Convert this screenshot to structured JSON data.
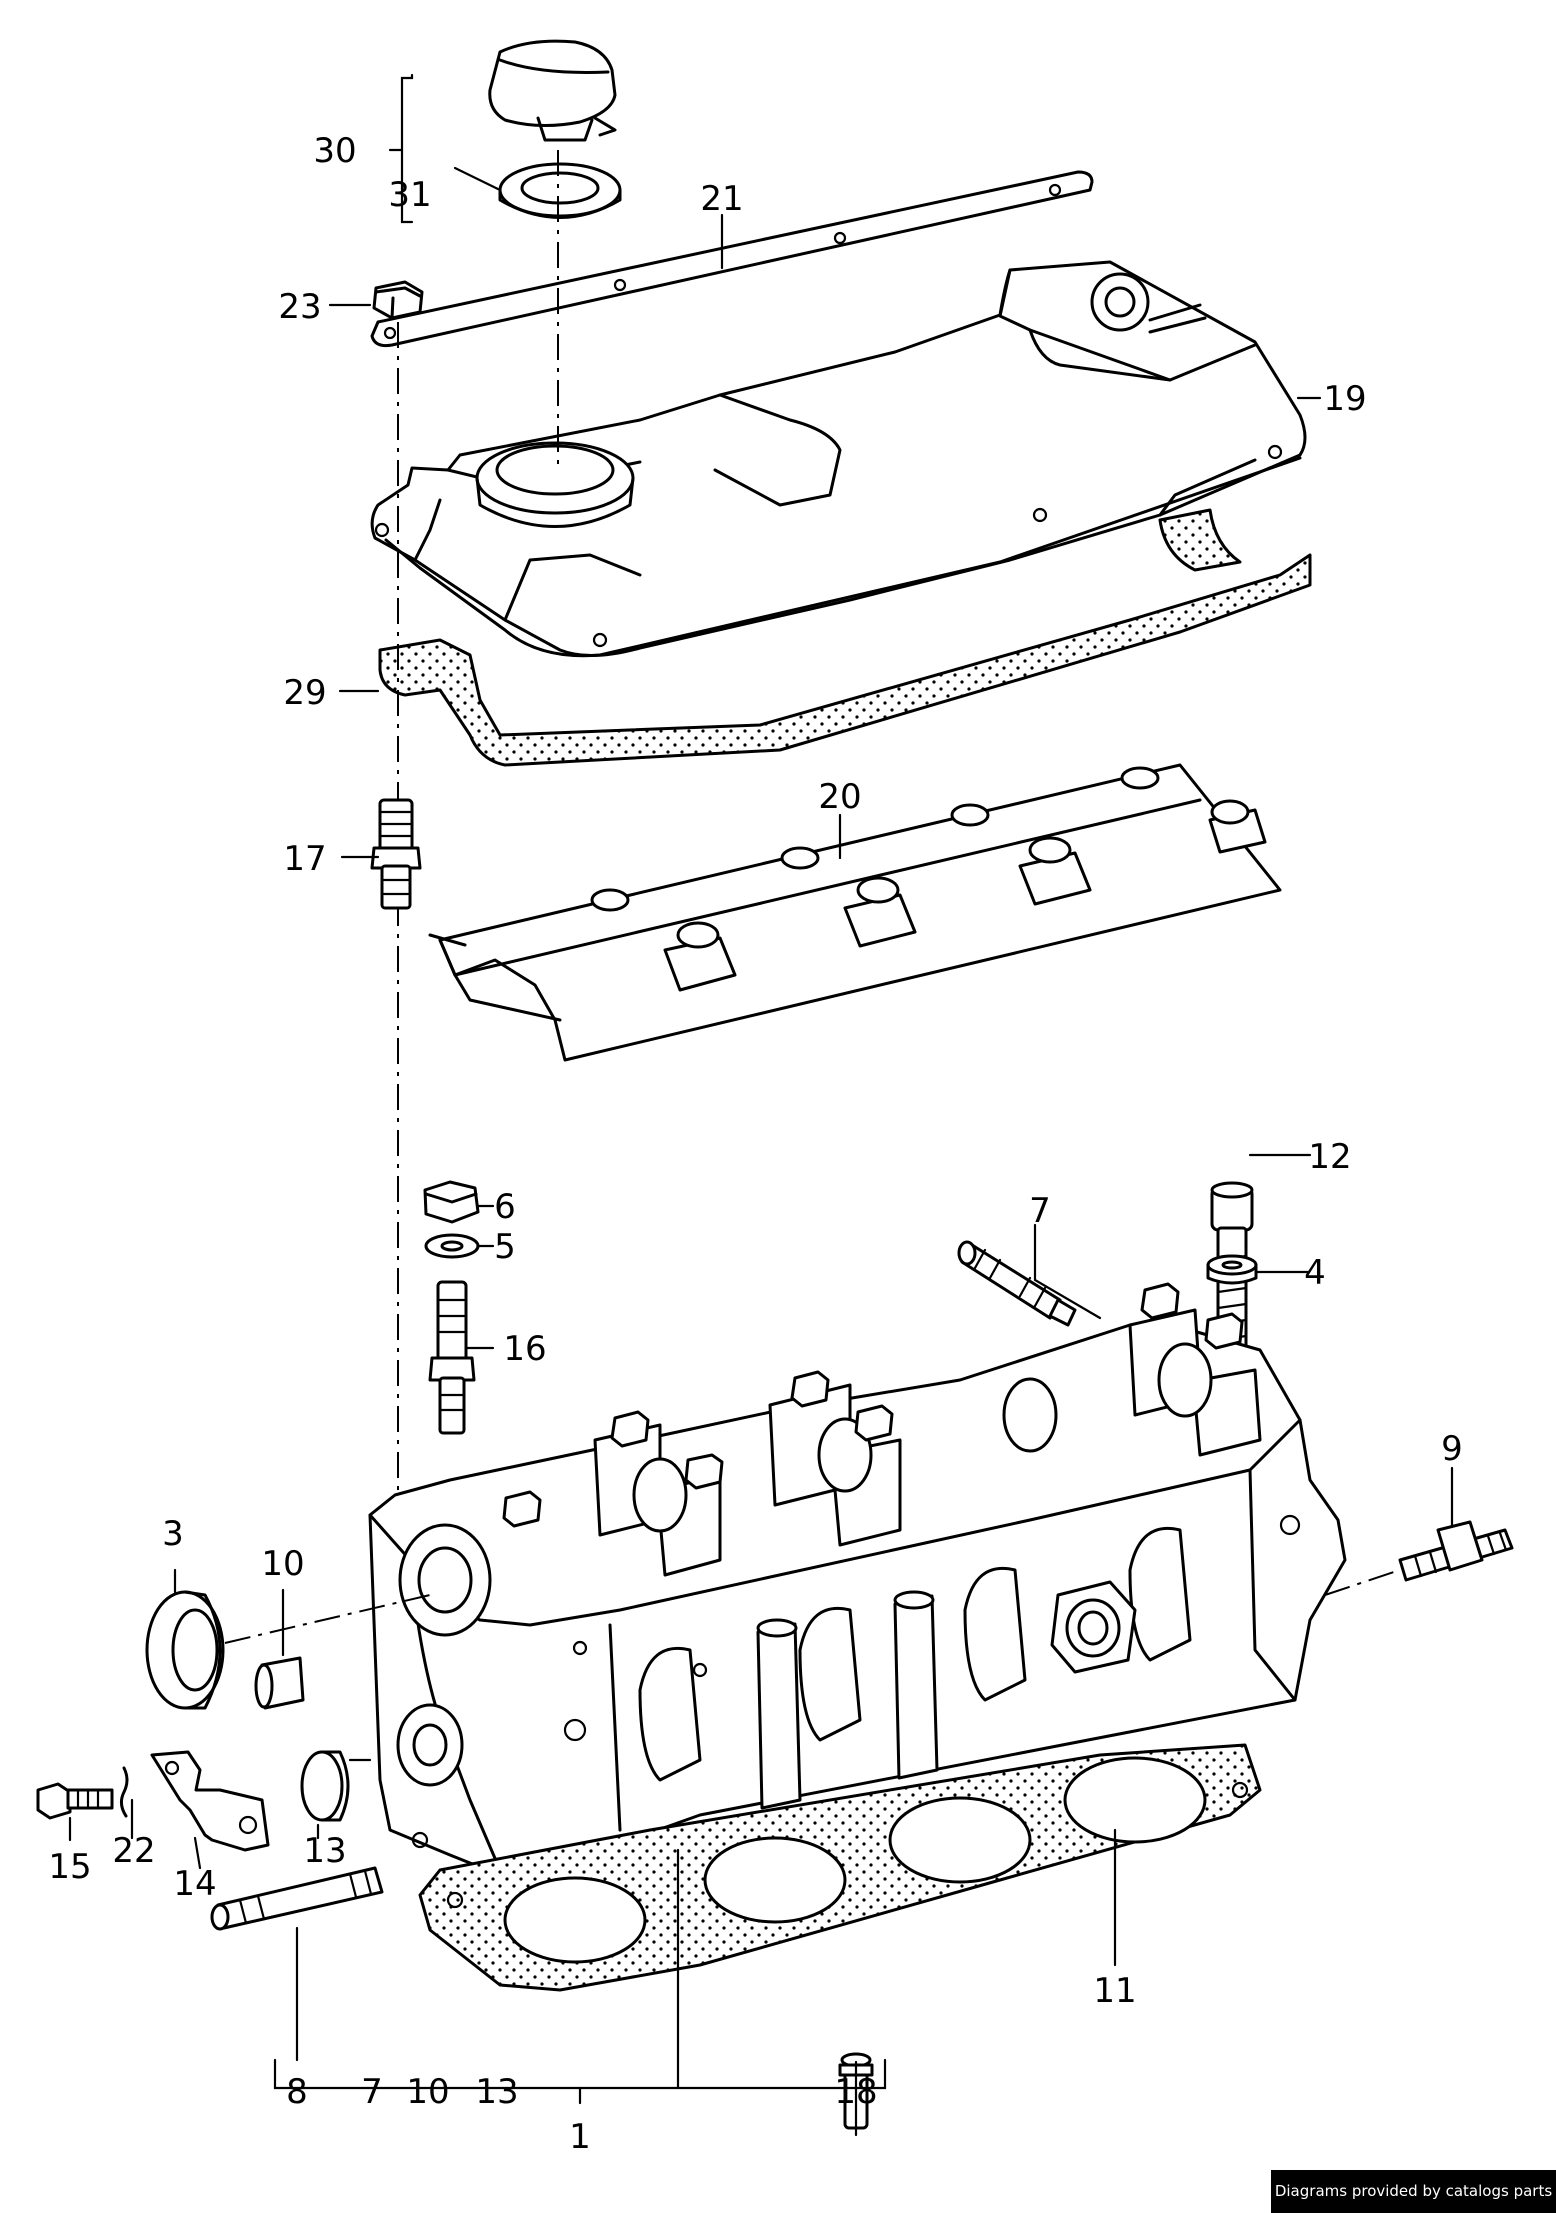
{
  "callouts": [
    {
      "id": "1",
      "label": "1"
    },
    {
      "id": "3",
      "label": "3"
    },
    {
      "id": "4",
      "label": "4"
    },
    {
      "id": "5",
      "label": "5"
    },
    {
      "id": "6",
      "label": "6"
    },
    {
      "id": "7-top",
      "label": "7"
    },
    {
      "id": "7-bottom",
      "label": "7"
    },
    {
      "id": "8",
      "label": "8"
    },
    {
      "id": "9",
      "label": "9"
    },
    {
      "id": "10-mid",
      "label": "10"
    },
    {
      "id": "10-bottom",
      "label": "10"
    },
    {
      "id": "11",
      "label": "11"
    },
    {
      "id": "12",
      "label": "12"
    },
    {
      "id": "13-mid",
      "label": "13"
    },
    {
      "id": "13-bottom",
      "label": "13"
    },
    {
      "id": "14",
      "label": "14"
    },
    {
      "id": "15",
      "label": "15"
    },
    {
      "id": "16",
      "label": "16"
    },
    {
      "id": "17",
      "label": "17"
    },
    {
      "id": "18",
      "label": "18"
    },
    {
      "id": "19",
      "label": "19"
    },
    {
      "id": "20",
      "label": "20"
    },
    {
      "id": "21",
      "label": "21"
    },
    {
      "id": "22",
      "label": "22"
    },
    {
      "id": "23",
      "label": "23"
    },
    {
      "id": "29",
      "label": "29"
    },
    {
      "id": "30",
      "label": "30"
    },
    {
      "id": "31",
      "label": "31"
    }
  ],
  "credit": "Diagrams provided by catalogs parts"
}
